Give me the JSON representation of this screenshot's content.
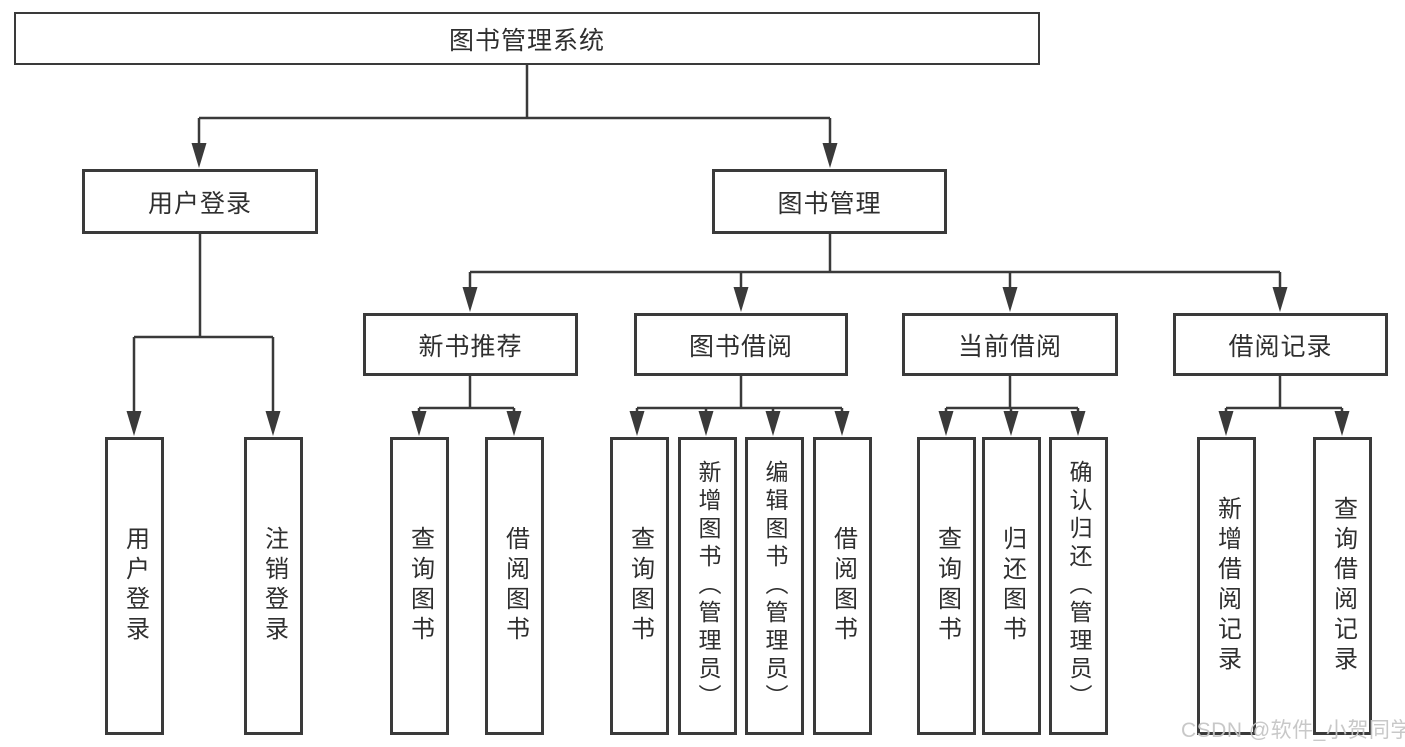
{
  "diagram": {
    "type": "hierarchy",
    "colors": {
      "line": "#3a3a3a",
      "node_border": "#3a3a3a",
      "text": "#2f2f2f",
      "background": "#ffffff",
      "watermark": "#c5c5c5"
    },
    "watermark": "CSDN @软件_小贺同学",
    "tree": {
      "root": {
        "label": "图书管理系统"
      },
      "branches": [
        {
          "label": "用户登录",
          "leaves": [
            {
              "label": "用户登录"
            },
            {
              "label": "注销登录"
            }
          ]
        },
        {
          "label": "图书管理",
          "children": [
            {
              "label": "新书推荐",
              "leaves": [
                {
                  "label": "查询图书"
                },
                {
                  "label": "借阅图书"
                }
              ]
            },
            {
              "label": "图书借阅",
              "leaves": [
                {
                  "label": "查询图书"
                },
                {
                  "label": "新增图书（管理员）"
                },
                {
                  "label": "编辑图书（管理员）"
                },
                {
                  "label": "借阅图书"
                }
              ]
            },
            {
              "label": "当前借阅",
              "leaves": [
                {
                  "label": "查询图书"
                },
                {
                  "label": "归还图书"
                },
                {
                  "label": "确认归还（管理员）"
                }
              ]
            },
            {
              "label": "借阅记录",
              "leaves": [
                {
                  "label": "新增借阅记录"
                },
                {
                  "label": "查询借阅记录"
                }
              ]
            }
          ]
        }
      ]
    }
  }
}
